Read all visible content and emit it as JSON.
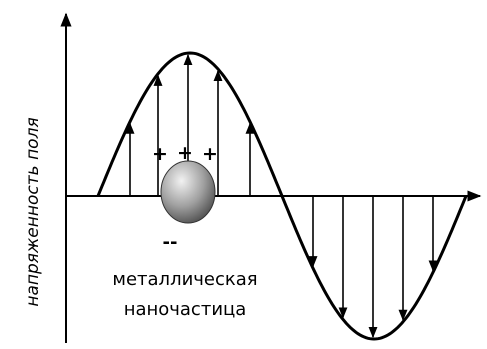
{
  "axis_label": "напряженность поля",
  "charge_positive": "+",
  "charge_negative": "--",
  "particle_label_line1": "металлическая",
  "particle_label_line2": "наночастица",
  "colors": {
    "line": "#000000",
    "particle_light": "#f2f2f2",
    "particle_mid": "#9a9a9a",
    "particle_dark": "#4a4a4a"
  }
}
